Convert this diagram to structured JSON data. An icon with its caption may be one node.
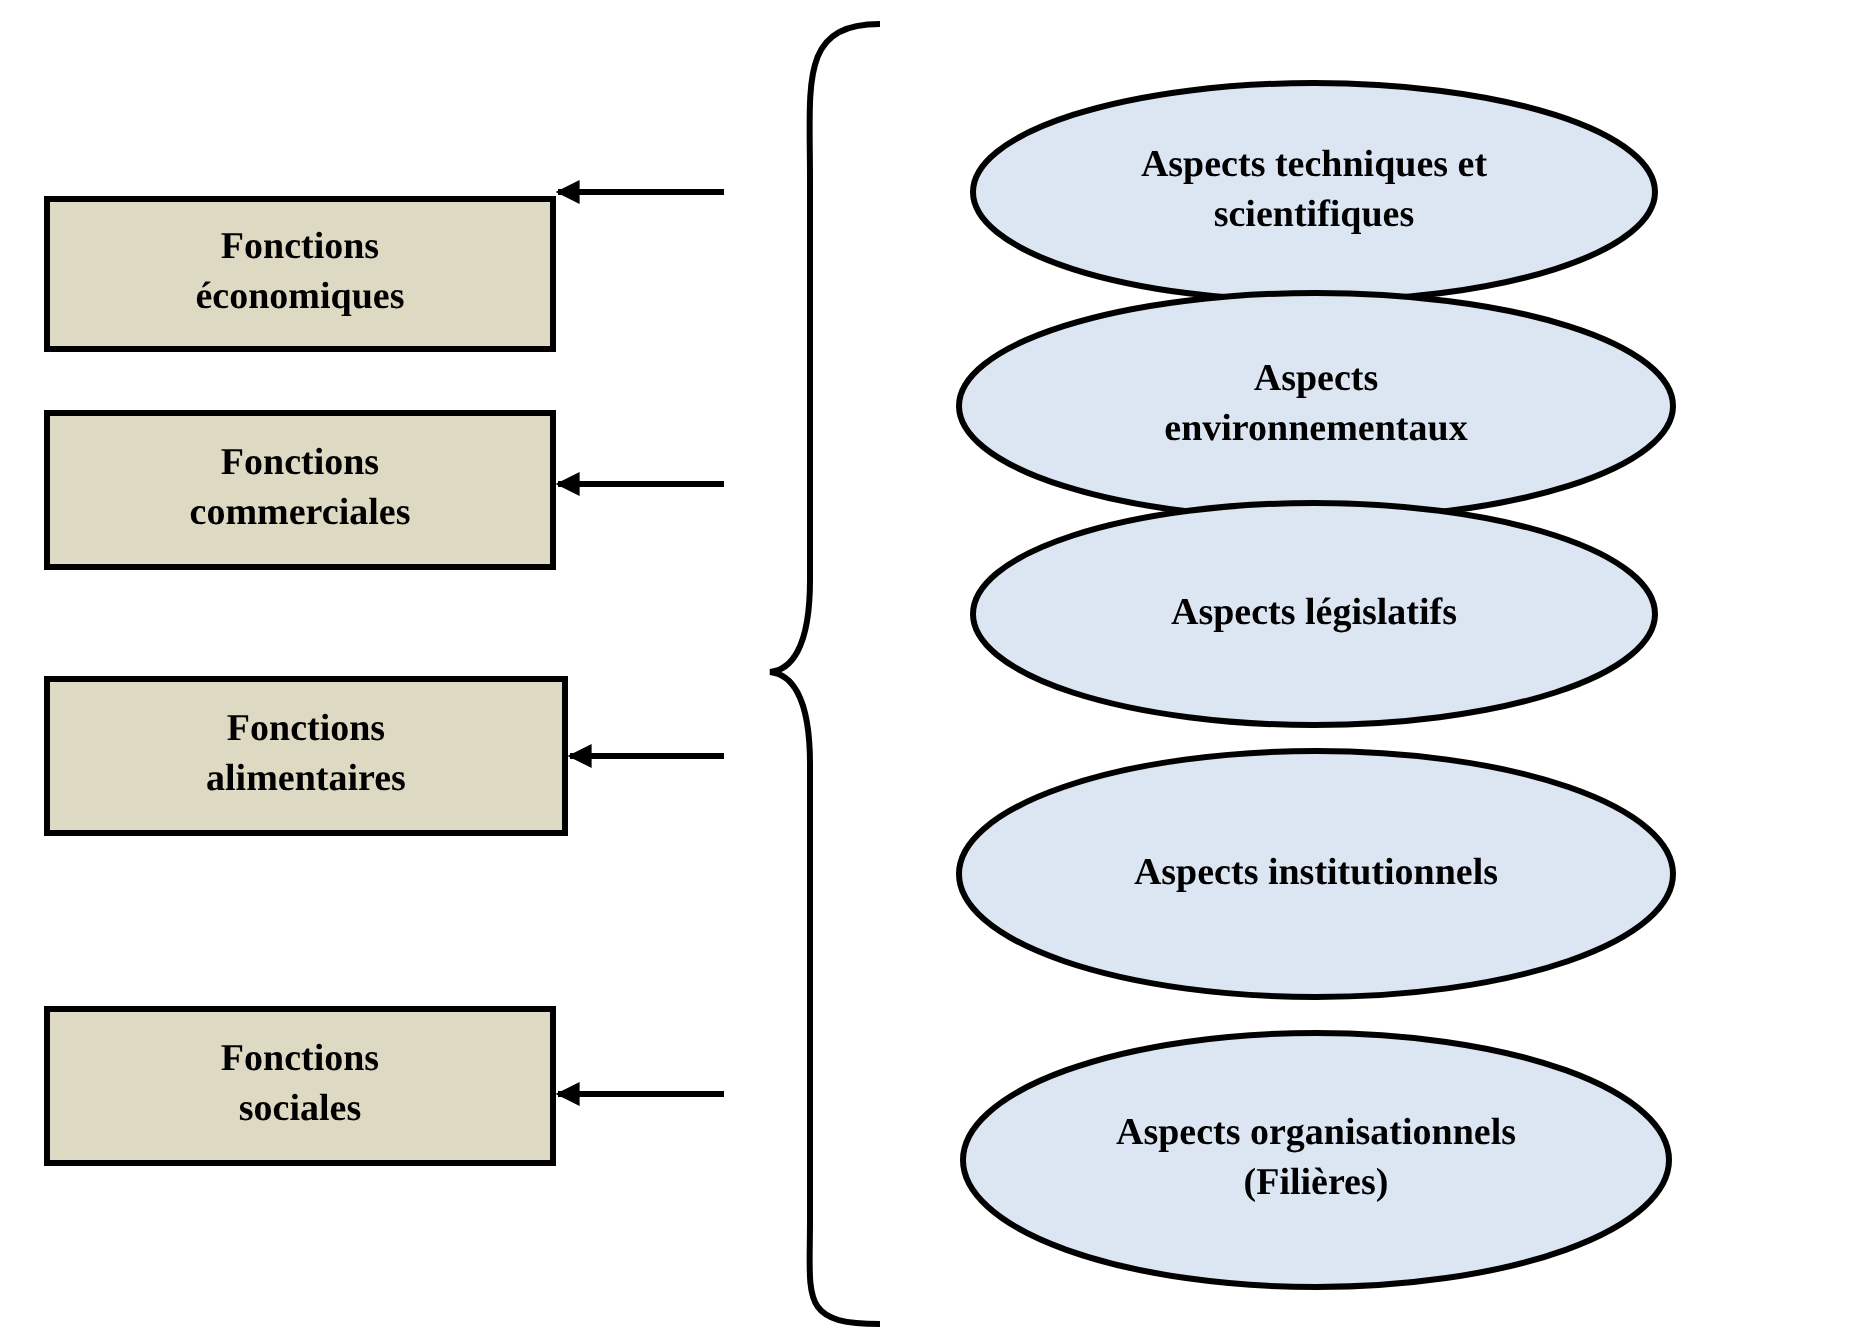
{
  "diagram": {
    "nodes": [
      {
        "text": [
          "Fonctions économiques"
        ]
      },
      {
        "text": [
          "Fonctions commerciales"
        ]
      },
      {
        "text": [
          "Fonctions alimentaires"
        ]
      },
      {
        "text": [
          "Fonctions sociales"
        ]
      },
      {
        "text": [
          "Aspects techniques et scientifiques"
        ]
      },
      {
        "text": [
          "Aspects environnementaux"
        ]
      },
      {
        "text": [
          "Aspects législatifs"
        ]
      },
      {
        "text": [
          "Aspects institutionnels"
        ]
      },
      {
        "text": [
          "Aspects organisationnels (Filières)"
        ]
      }
    ],
    "edges": [
      {
        "from": null,
        "to": 0,
        "arrow": "to"
      },
      {
        "from": null,
        "to": 1,
        "arrow": "to"
      },
      {
        "from": null,
        "to": 2,
        "arrow": "to"
      },
      {
        "from": null,
        "to": 3,
        "arrow": "to"
      }
    ]
  }
}
